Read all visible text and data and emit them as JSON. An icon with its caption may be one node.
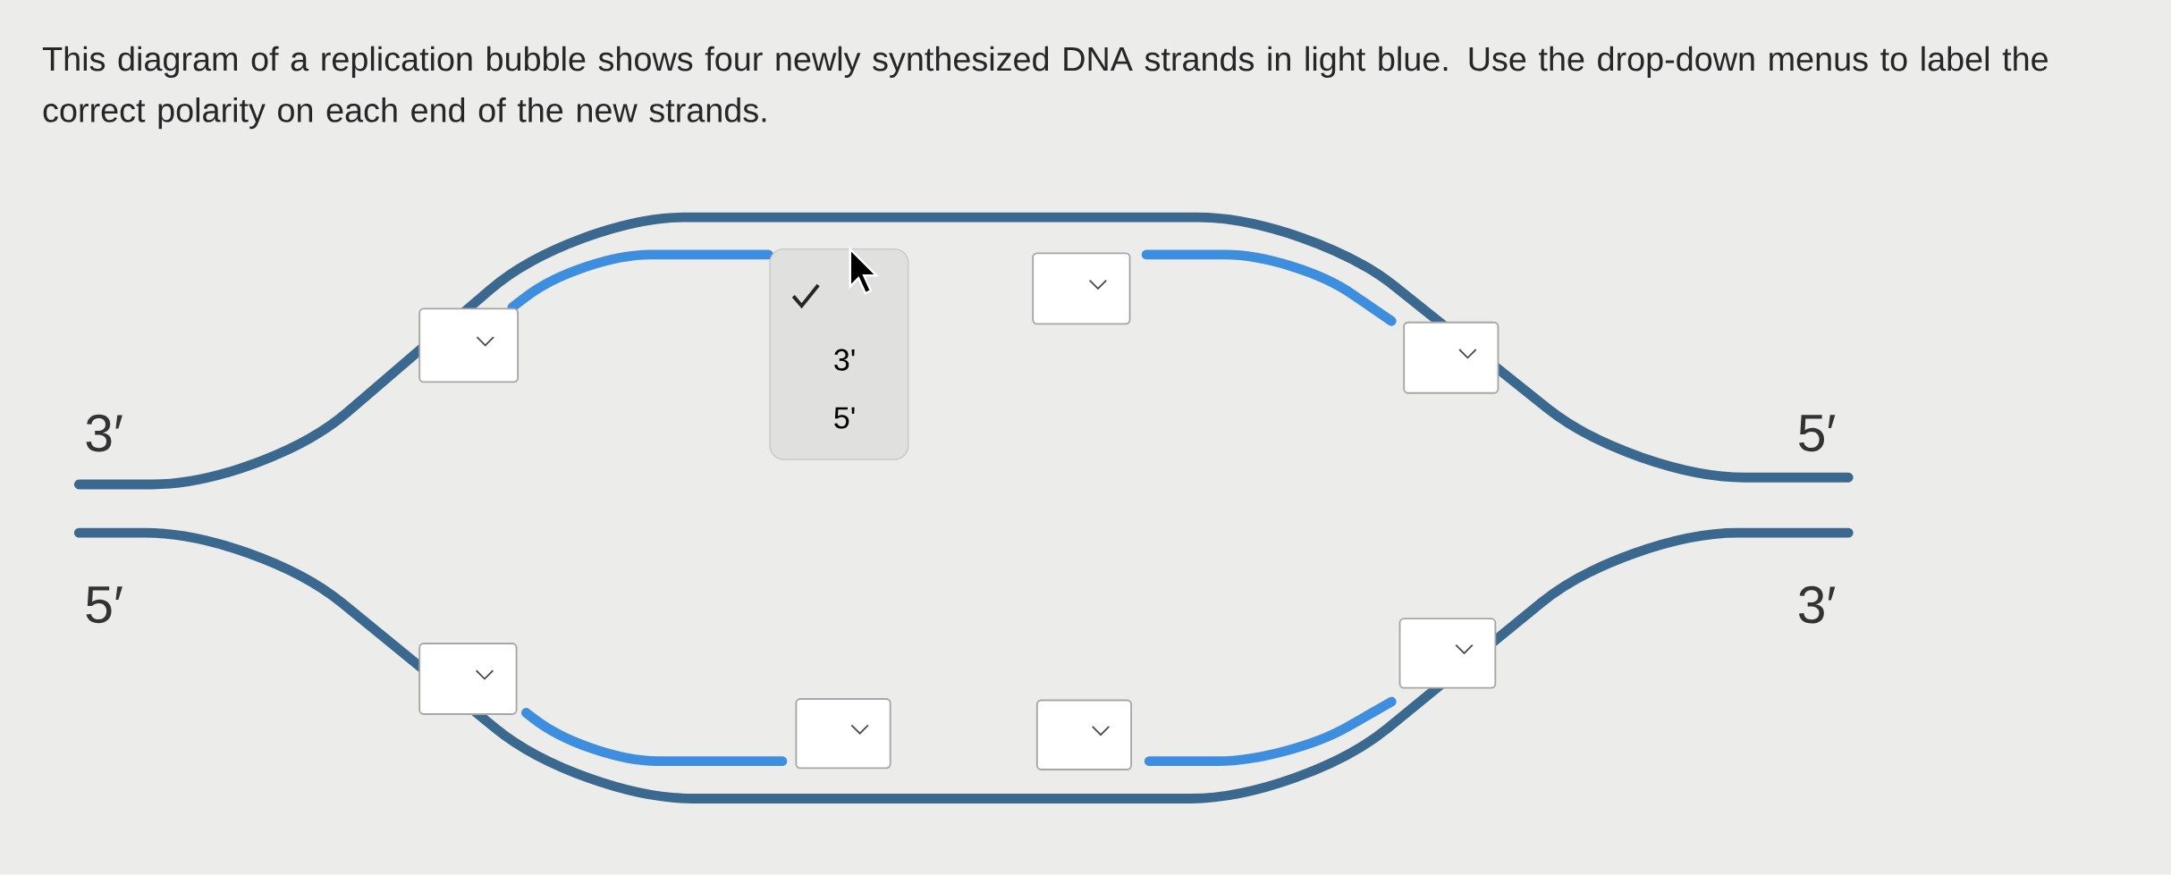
{
  "diagram": {
    "title": "This diagram of a replication bubble shows four newly synthesized DNA strands in light blue. Use the drop-down menus to label the correct polarity on each end of the new strands.",
    "labels": [
      "3'",
      "5'",
      "3′",
      "5′",
      "5′",
      "3′"
    ]
  }
}
